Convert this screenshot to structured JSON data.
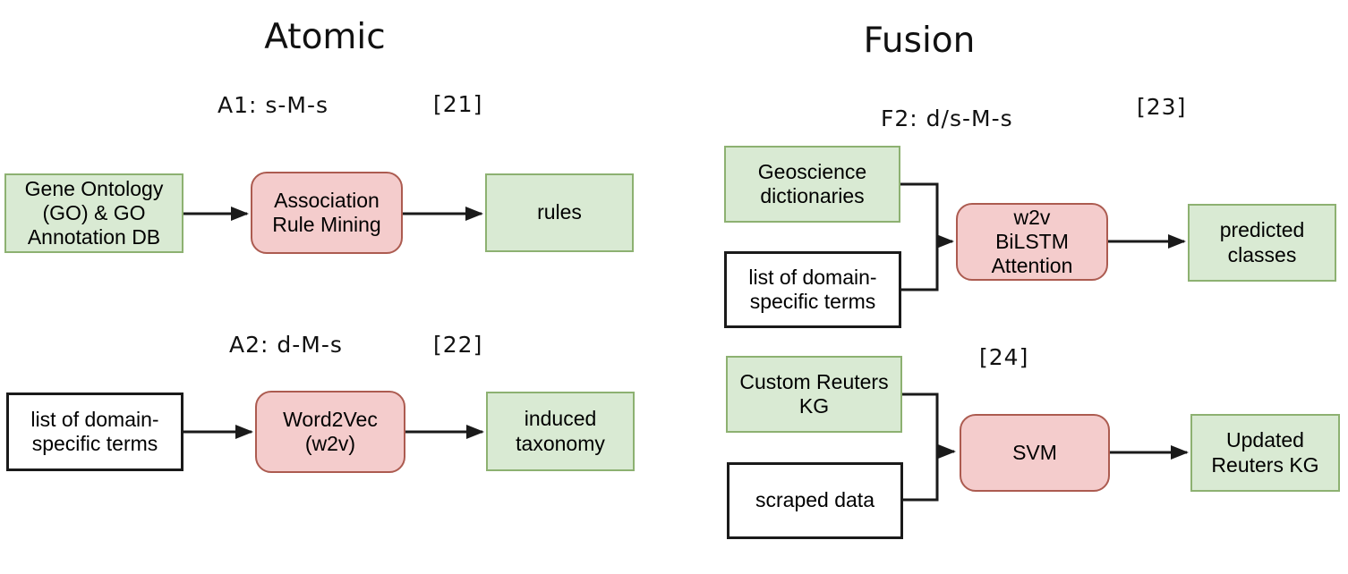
{
  "colors": {
    "input_fill": "#d9ead3",
    "input_border": "#8db171",
    "method_fill": "#f4cccc",
    "method_border": "#ac5b50",
    "plain_fill": "#ffffff",
    "line": "#1a1a1a"
  },
  "atomic": {
    "title": "Atomic",
    "a1": {
      "label": "A1: s-M-s",
      "ref": "[21]",
      "input": "Gene Ontology\n(GO) & GO\nAnnotation DB",
      "method": "Association\nRule Mining",
      "output": "rules"
    },
    "a2": {
      "label": "A2: d-M-s",
      "ref": "[22]",
      "input": "list of domain-\nspecific terms",
      "method": "Word2Vec\n(w2v)",
      "output": "induced\ntaxonomy"
    }
  },
  "fusion": {
    "title": "Fusion",
    "f2": {
      "label": "F2: d/s-M-s",
      "ref": "[23]",
      "input_top": "Geoscience\ndictionaries",
      "input_bottom": "list of domain-\nspecific terms",
      "method": "w2v\nBiLSTM\nAttention",
      "output": "predicted\nclasses"
    },
    "f3": {
      "ref": "[24]",
      "input_top": "Custom Reuters\nKG",
      "input_bottom": "scraped data",
      "method": "SVM",
      "output": "Updated\nReuters KG"
    }
  }
}
